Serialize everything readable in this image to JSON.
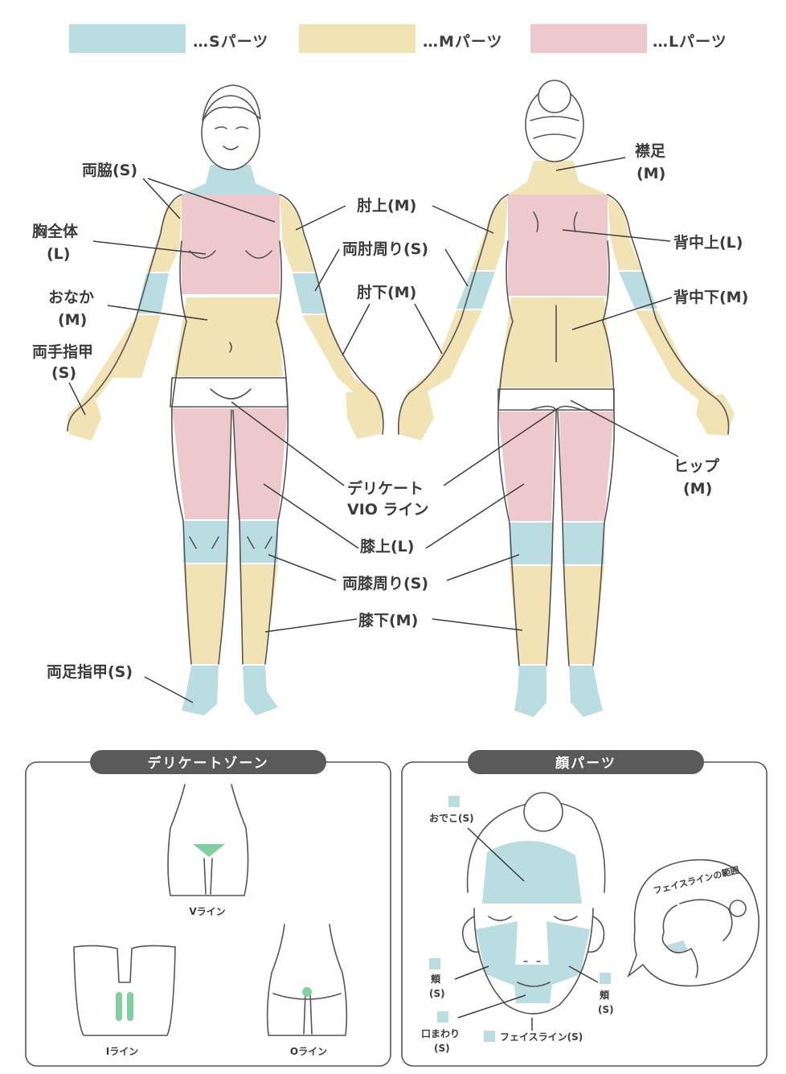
{
  "legend": {
    "s": {
      "label": "…Sパーツ",
      "color": "#b9dde0"
    },
    "m": {
      "label": "…Mパーツ",
      "color": "#f1e3b4"
    },
    "l": {
      "label": "…Lパーツ",
      "color": "#edc9ce"
    }
  },
  "front_labels": {
    "waki": "両脇(S)",
    "mune_1": "胸全体",
    "mune_2": "(L)",
    "onaka_1": "おなか",
    "onaka_2": "(M)",
    "tenail_1": "両手指甲",
    "tenail_2": "(S)",
    "ashinail": "両足指甲(S)"
  },
  "center_labels": {
    "hijiue": "肘上(M)",
    "hijimawari": "両肘周り(S)",
    "hijishita": "肘下(M)",
    "vio_1": "デリケート",
    "vio_2": "VIO ライン",
    "hizaue": "膝上(L)",
    "hizamawari": "両膝周り(S)",
    "hizashita": "膝下(M)"
  },
  "back_labels": {
    "eriashi_1": "襟足",
    "eriashi_2": "(M)",
    "senakaue": "背中上(L)",
    "senakashita": "背中下(M)",
    "hip_1": "ヒップ",
    "hip_2": "(M)"
  },
  "delicate_zone": {
    "title": "デリケートゾーン",
    "v": "Vライン",
    "i": "Iライン",
    "o": "Oライン"
  },
  "face_parts": {
    "title": "顔パーツ",
    "odeko": "おでこ(S)",
    "hoho_left_1": "頬",
    "hoho_left_2": "(S)",
    "hoho_right_1": "頬",
    "hoho_right_2": "(S)",
    "kuchi_1": "口まわり",
    "kuchi_2": "(S)",
    "faceline": "フェイスライン(S)",
    "inset": "フェイスラインの範囲"
  },
  "colors": {
    "green": "#7fcfa0",
    "pill": "#5a5a5a",
    "outline": "#555555"
  }
}
